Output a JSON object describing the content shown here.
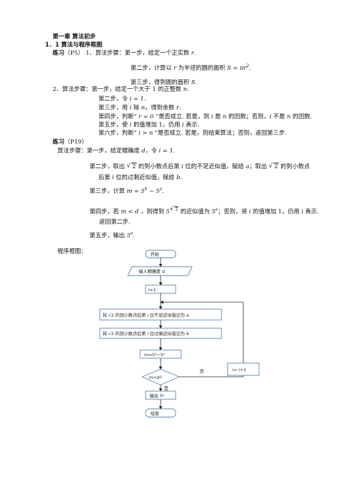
{
  "chapter_title": "第一章   算法初步",
  "section_title": "1．1 算法与程序框图",
  "ex1": {
    "label": "练习",
    "page": "（P5）",
    "q1": {
      "s1": "1、算法步骤：第一步，给定一个正实数",
      "s1_var": "r",
      "s2_pre": "第二步，计算以",
      "s2_var": "r",
      "s2_mid": "为半径的圆的面积",
      "s2_formula": "S = πr",
      "s2_sup": "2",
      "s3_pre": "第三步，得到圆的面积",
      "s3_var": "S"
    },
    "q2": {
      "s1": "2、算法步骤：第一步，给定一个大于 1 的正整数",
      "s1_var": "n",
      "s2": "第二步，令",
      "s2_formula": "i = 1",
      "s3_a": "第三步，用",
      "s3_b": "除",
      "s3_c": "，得到余数",
      "s4_a": "第四步，判断“",
      "s4_formula": "r = 0",
      "s4_b": "”是否成立. 若是，则",
      "s4_c": "是",
      "s4_d": "的因数；否则，",
      "s4_e": "不是",
      "s4_f": "的因数.",
      "s5_a": "第五步，使",
      "s5_b": "的值增加 1，仍用",
      "s5_c": "表示.",
      "s6_a": "第六步，判断“",
      "s6_formula": "i > n",
      "s6_b": "”是否成立. 若是，则结束算法；否则，返回第三步."
    }
  },
  "ex2": {
    "label": "练习",
    "page": "（P19）",
    "s1_a": "算法步骤：第一步，给定精确度",
    "s1_b": "，令",
    "s1_formula": "i = 1",
    "s2_a": "第二步，取出",
    "s2_b": "的到小数点后第",
    "s2_c": "位的不足近似值，赋给",
    "s2_d": "；取出",
    "s2_e": "的到小数点",
    "s2_line2_a": "后第",
    "s2_line2_b": "位的过剩近似值，赋给",
    "s3_a": "第三步，计算",
    "s3_formula": "m = 5",
    "s3_sup1": "b",
    "s3_minus": " − 5",
    "s3_sup2": "a",
    "s4_a": "第四步，若",
    "s4_formula": "m < d",
    "s4_b": "，则得到",
    "s4_c": "的近似值为",
    "s4_d": "；否则，将",
    "s4_e": "的值增加 1，仍用",
    "s4_f": "表示.",
    "s4_line2": "返回第二步.",
    "s5_a": "第五步，输出",
    "flow_label": "程序框图："
  },
  "flow": {
    "start": "开始",
    "input": "输入精确度 d",
    "init": "i=1",
    "step_a": "将 √2 的到小数点后第 i 位不足近似值记为 a",
    "step_b": "将 √2 的到小数点后第 i 位过剩近似值记为 b",
    "compute": "m=5ᵇ−5ᵃ",
    "cond": "m<d?",
    "yes": "是",
    "no": "否",
    "inc": "i= i+1",
    "output": "输出 5ᵃ",
    "end": "结束"
  }
}
